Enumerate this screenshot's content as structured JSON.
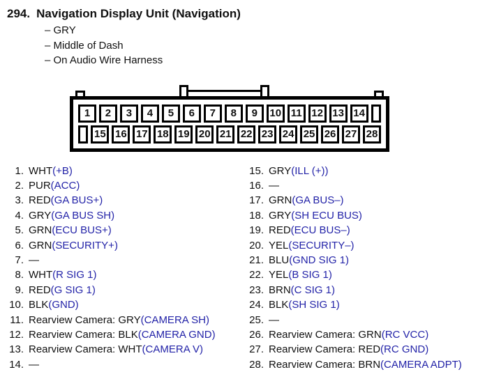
{
  "header": {
    "index": "294.",
    "title": "Navigation Display Unit (Navigation)",
    "details": [
      "– GRY",
      "– Middle of Dash",
      "– On Audio Wire Harness"
    ]
  },
  "connector": {
    "top_row": [
      "1",
      "2",
      "3",
      "4",
      "5",
      "6",
      "7",
      "8",
      "9",
      "10",
      "11",
      "12",
      "13",
      "14"
    ],
    "bottom_row": [
      "15",
      "16",
      "17",
      "18",
      "19",
      "20",
      "21",
      "22",
      "23",
      "24",
      "25",
      "26",
      "27",
      "28"
    ]
  },
  "pins": {
    "left": [
      {
        "num": "1.",
        "label": "WHT",
        "signal": "(+B)"
      },
      {
        "num": "2.",
        "label": "PUR",
        "signal": "(ACC)"
      },
      {
        "num": "3.",
        "label": "RED",
        "signal": "(GA BUS+)"
      },
      {
        "num": "4.",
        "label": "GRY",
        "signal": "(GA BUS SH)"
      },
      {
        "num": "5.",
        "label": "GRN",
        "signal": "(ECU BUS+)"
      },
      {
        "num": "6.",
        "label": "GRN",
        "signal": "(SECURITY+)"
      },
      {
        "num": "7.",
        "label": "—",
        "signal": ""
      },
      {
        "num": "8.",
        "label": "WHT",
        "signal": "(R SIG 1)"
      },
      {
        "num": "9.",
        "label": "RED",
        "signal": "(G SIG 1)"
      },
      {
        "num": "10.",
        "label": "BLK",
        "signal": "(GND)"
      },
      {
        "num": "11.",
        "label": "Rearview Camera: GRY",
        "signal": "(CAMERA SH)"
      },
      {
        "num": "12.",
        "label": "Rearview Camera: BLK",
        "signal": "(CAMERA GND)"
      },
      {
        "num": "13.",
        "label": "Rearview Camera: WHT",
        "signal": "(CAMERA V)"
      },
      {
        "num": "14.",
        "label": "—",
        "signal": ""
      }
    ],
    "right": [
      {
        "num": "15.",
        "label": "GRY",
        "signal": "(ILL (+))"
      },
      {
        "num": "16.",
        "label": "—",
        "signal": ""
      },
      {
        "num": "17.",
        "label": "GRN",
        "signal": "(GA BUS–)"
      },
      {
        "num": "18.",
        "label": "GRY",
        "signal": "(SH ECU BUS)"
      },
      {
        "num": "19.",
        "label": "RED",
        "signal": "(ECU BUS–)"
      },
      {
        "num": "20.",
        "label": "YEL",
        "signal": "(SECURITY–)"
      },
      {
        "num": "21.",
        "label": "BLU",
        "signal": "(GND SIG 1)"
      },
      {
        "num": "22.",
        "label": "YEL",
        "signal": "(B SIG 1)"
      },
      {
        "num": "23.",
        "label": "BRN",
        "signal": "(C SIG 1)"
      },
      {
        "num": "24.",
        "label": "BLK",
        "signal": "(SH SIG 1)"
      },
      {
        "num": "25.",
        "label": "—",
        "signal": ""
      },
      {
        "num": "26.",
        "label": "Rearview Camera: GRN",
        "signal": "(RC VCC)"
      },
      {
        "num": "27.",
        "label": "Rearview Camera: RED",
        "signal": "(RC GND)"
      },
      {
        "num": "28.",
        "label": "Rearview Camera: BRN",
        "signal": "(CAMERA ADPT)"
      }
    ]
  },
  "colors": {
    "signal_blue": "#2323a8",
    "text_black": "#101010",
    "connector_outline": "#000000"
  }
}
